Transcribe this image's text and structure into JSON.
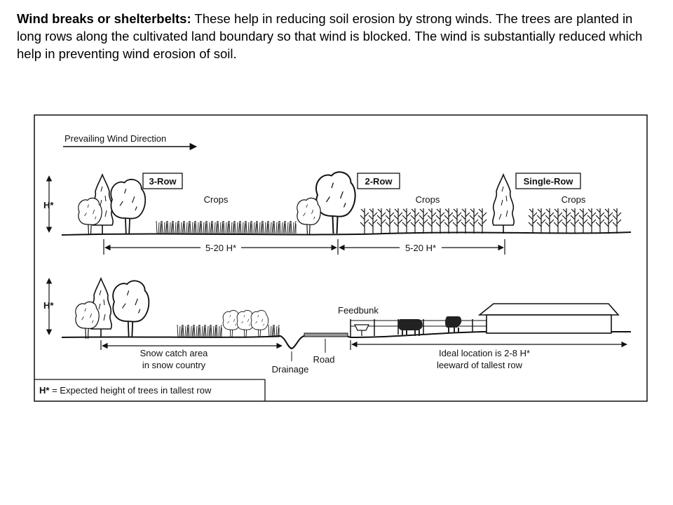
{
  "text": {
    "heading": "Wind breaks or shelterbelts:",
    "body": " These help in reducing soil erosion by strong winds. The trees are planted in long rows along the cultivated land boundary so that wind is blocked. The wind is substantially reduced which help in preventing wind erosion of soil."
  },
  "diagram": {
    "wind_direction": "Prevailing Wind Direction",
    "h_label": "H*",
    "row_labels": [
      "3-Row",
      "2-Row",
      "Single-Row"
    ],
    "crops_label": "Crops",
    "spacing_label": "5-20 H*",
    "feedbunk": "Feedbunk",
    "snow_catch_line1": "Snow catch area",
    "snow_catch_line2": "in snow country",
    "drainage": "Drainage",
    "road": "Road",
    "ideal_line1": "Ideal location is 2-8 H*",
    "ideal_line2": "leeward of tallest row",
    "legend_key": "H*",
    "legend_rest": " = Expected height of trees in tallest row"
  }
}
